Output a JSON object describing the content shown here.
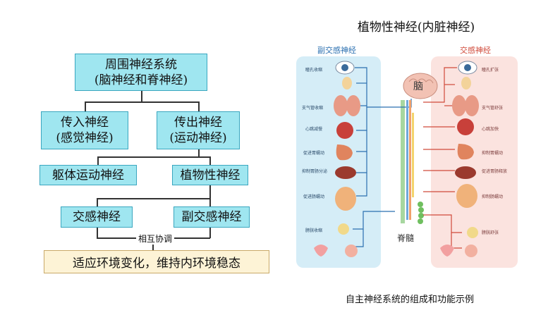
{
  "left_diagram": {
    "root": {
      "line1": "周围神经系统",
      "line2": "(脑神经和脊神经)"
    },
    "afferent": {
      "line1": "传入神经",
      "line2": "(感觉神经)"
    },
    "efferent": {
      "line1": "传出神经",
      "line2": "(运动神经)"
    },
    "somatic": "躯体运动神经",
    "visceral": "植物性神经",
    "sympathetic": "交感神经",
    "parasympathetic": "副交感神经",
    "coordination": "相互协调",
    "conclusion": "适应环境变化，维持内环境稳态"
  },
  "right_figure": {
    "title": "植物性神经(内脏神经)",
    "para_title": "副交感神经",
    "symp_title": "交感神经",
    "brain_label": "脑",
    "spinal_label": "脊髓",
    "para_labels": [
      "瞳孔收缩",
      "支气管收缩",
      "心跳减慢",
      "促进胃蠕动",
      "抑制胃肠分泌",
      "促进肠蠕动",
      "膀胱收缩"
    ],
    "symp_labels": [
      "瞳孔扩张",
      "支气管舒张",
      "心跳加快",
      "抑制胃蠕动",
      "促进胃肠释放",
      "抑制肠蠕动",
      "膀胱舒张"
    ],
    "caption": "自主神经系统的组成和功能示例"
  },
  "colors": {
    "box_fill": "#9fe6f0",
    "box_border": "#3aa6bf",
    "conclusion_fill": "#fdf3d6",
    "para_panel": "#d5edf7",
    "symp_panel": "#fbe3df",
    "para_title": "#2a6fb0",
    "symp_title": "#d04a3a"
  }
}
